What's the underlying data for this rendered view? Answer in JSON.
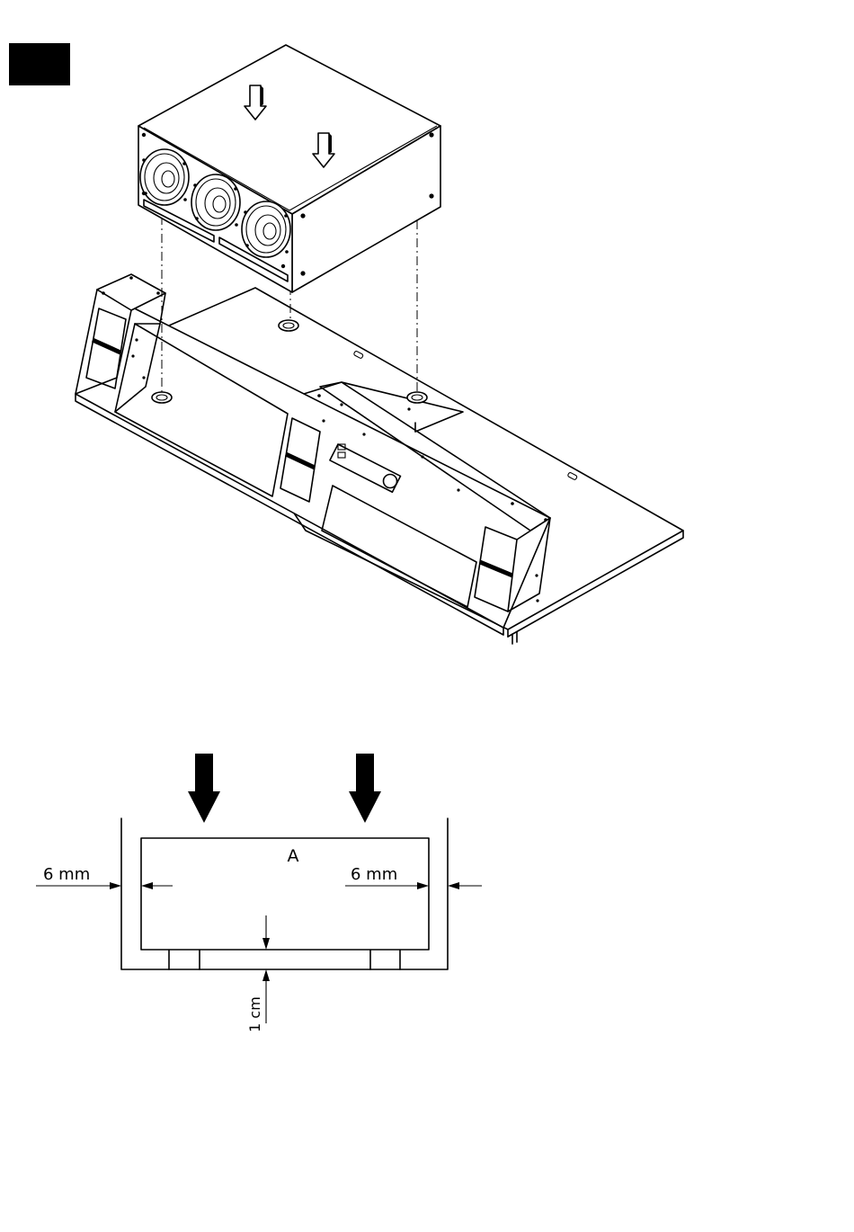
{
  "section_tab": {
    "color": "#000000"
  },
  "diagram": {
    "label_a": "A",
    "gap_left": "6 mm",
    "gap_right": "6 mm",
    "gap_bottom": "1 cm"
  }
}
